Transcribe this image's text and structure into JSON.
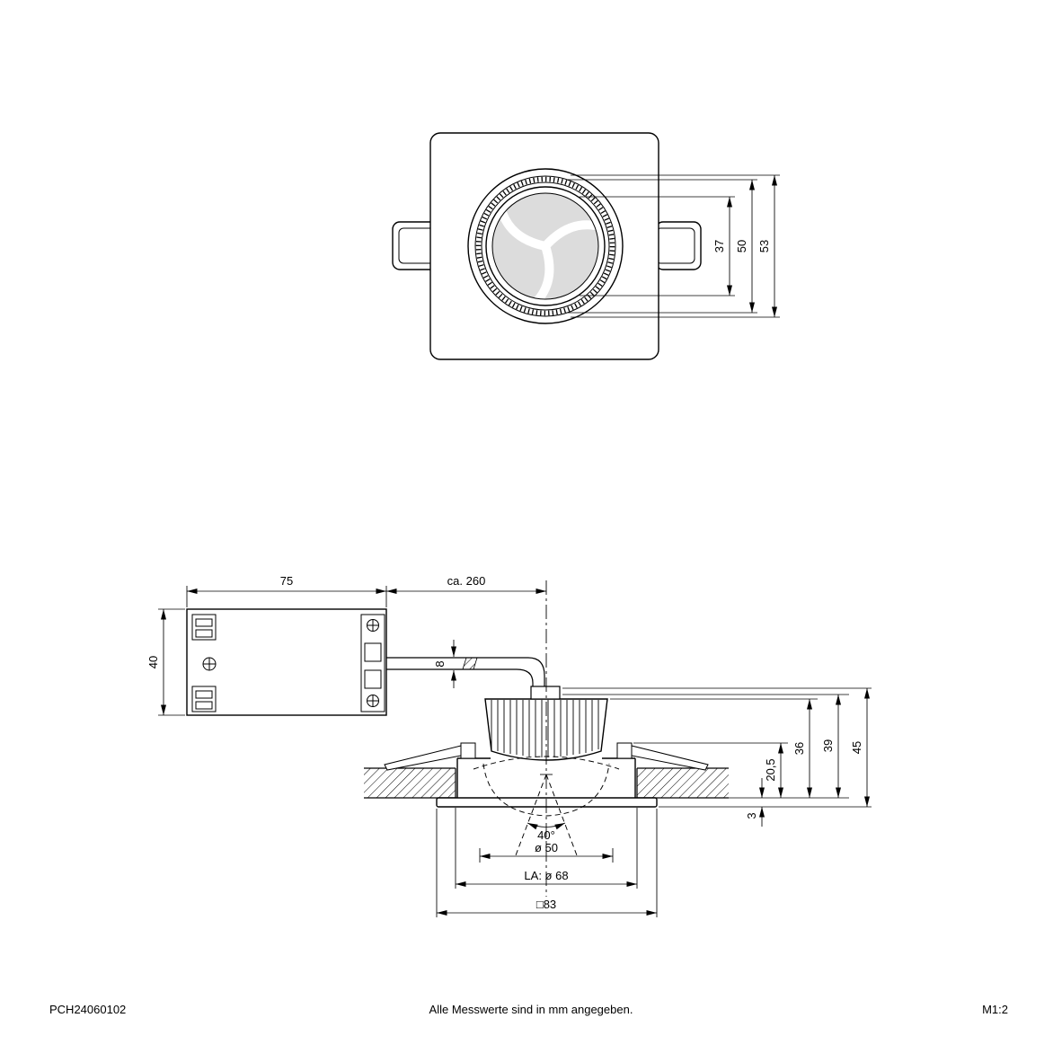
{
  "top_view": {
    "dim_lens": "37",
    "dim_ring": "50",
    "dim_bezel": "53"
  },
  "side_view": {
    "driver_width": "75",
    "cable_length": "ca. 260",
    "driver_height": "40",
    "cable_diameter": "8",
    "height_clip": "20,5",
    "height_36": "36",
    "height_39": "39",
    "height_total": "45",
    "trim_height": "3",
    "beam_angle": "40°",
    "beam_diameter": "ø 50",
    "cutout": "LA: ø 68",
    "frame": "□83"
  },
  "footer": {
    "article": "PCH24060102",
    "note": "Alle Messwerte sind in mm angegeben.",
    "scale": "M1:2"
  }
}
